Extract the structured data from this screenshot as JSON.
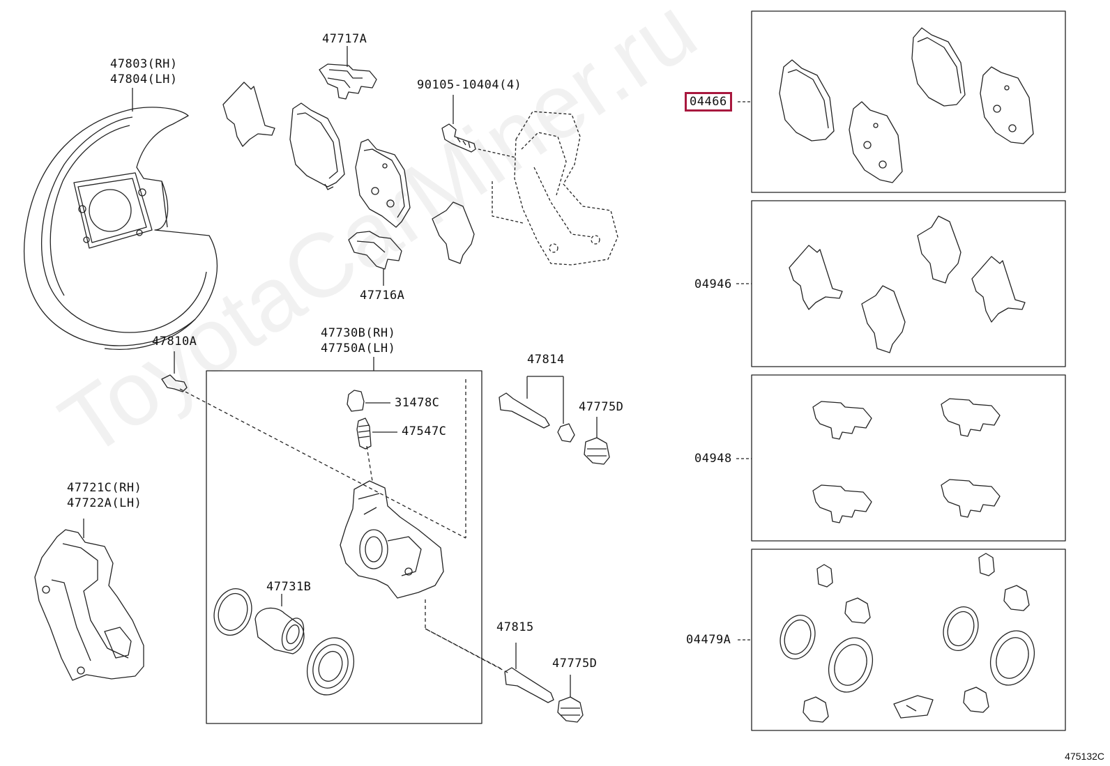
{
  "watermark": "ToyotaCarMiner.ru",
  "figure_number": "475132C",
  "labels": {
    "shield_rh": "47803(RH)",
    "shield_lh": "47804(LH)",
    "clip_upper": "47717A",
    "bolt": "90105-10404(4)",
    "clip_lower": "47716A",
    "bolt_small": "47810A",
    "caliper_rh": "47730B(RH)",
    "caliper_lh": "47750A(LH)",
    "bleeder_cap": "31478C",
    "bleeder": "47547C",
    "pin_upper": "47814",
    "boot_upper": "47775D",
    "mount_rh": "47721C(RH)",
    "mount_lh": "47722A(LH)",
    "piston": "47731B",
    "pin_lower": "47815",
    "boot_lower": "47775D",
    "kit_pads": "04466",
    "kit_shims": "04946",
    "kit_clips": "04948",
    "kit_seals": "04479A"
  }
}
